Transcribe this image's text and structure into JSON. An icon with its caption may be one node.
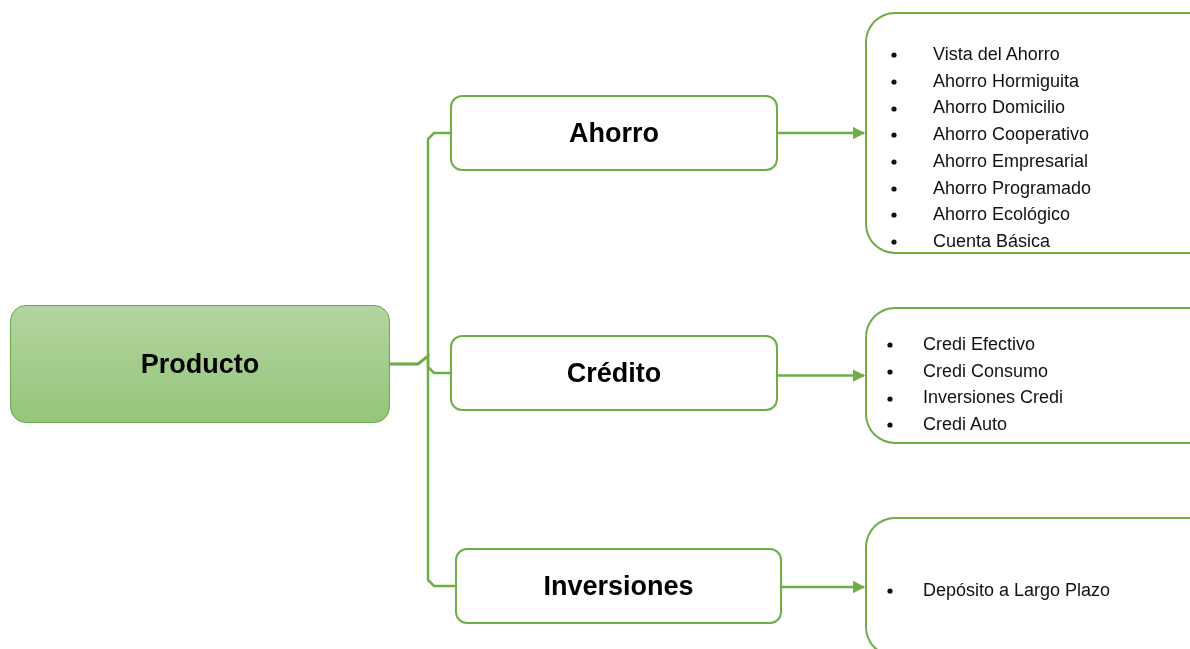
{
  "diagram": {
    "nodes": [
      {
        "text": [
          "Producto"
        ]
      },
      {
        "text": [
          "Ahorro"
        ]
      },
      {
        "text": [
          "Crédito"
        ]
      },
      {
        "text": [
          "Inversiones"
        ]
      },
      {
        "text": [
          "Vista del Ahorro",
          "Ahorro Hormiguita",
          "Ahorro Domicilio",
          "Ahorro Cooperativo",
          "Ahorro Empresarial",
          "Ahorro Programado",
          "Ahorro Ecológico",
          "Cuenta Básica"
        ]
      },
      {
        "text": [
          "Credi Efectivo",
          "Credi Consumo",
          "Inversiones Credi",
          "Credi Auto"
        ]
      },
      {
        "text": [
          "Depósito a Largo Plazo"
        ]
      }
    ],
    "edges": [
      {
        "from": 0,
        "to": 1,
        "arrow": "none"
      },
      {
        "from": 0,
        "to": 2,
        "arrow": "none"
      },
      {
        "from": 0,
        "to": 3,
        "arrow": "none"
      },
      {
        "from": 1,
        "to": 4,
        "arrow": "to"
      },
      {
        "from": 2,
        "to": 5,
        "arrow": "to"
      },
      {
        "from": 3,
        "to": 6,
        "arrow": "to"
      }
    ]
  }
}
